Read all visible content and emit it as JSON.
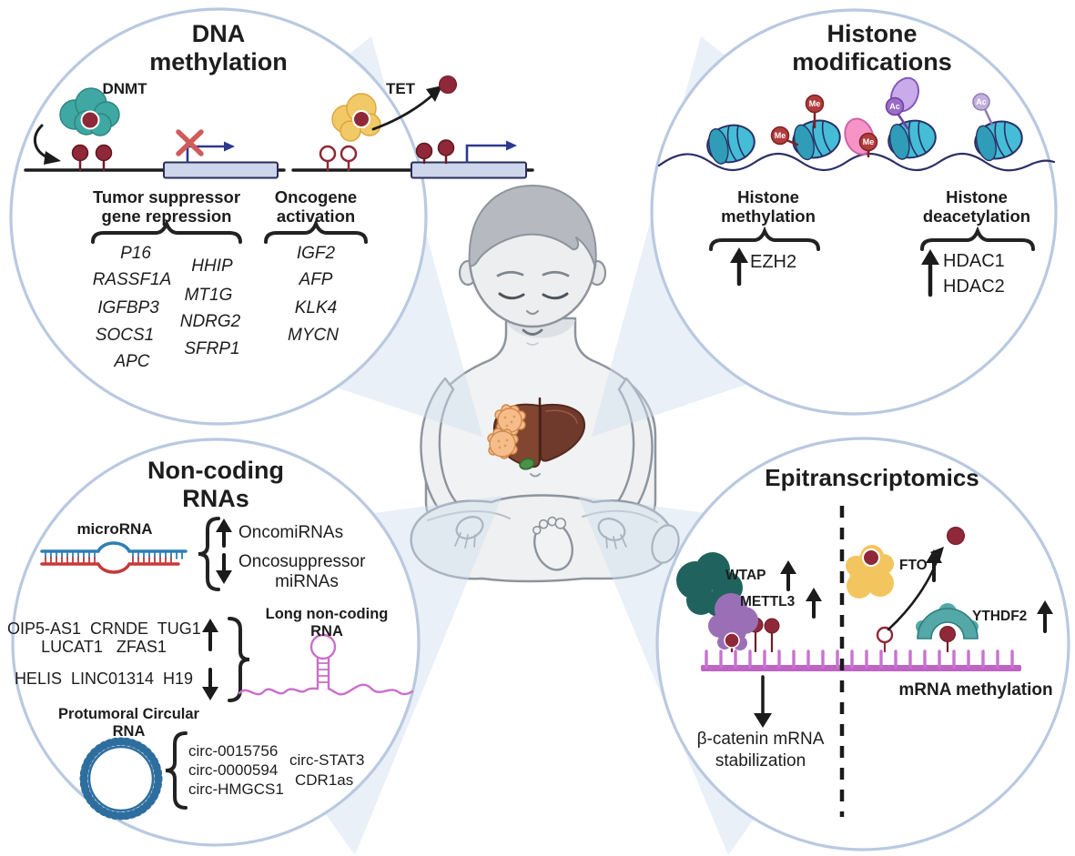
{
  "figure": {
    "panels": {
      "dna": {
        "title1": "DNA",
        "title2": "methylation",
        "dnmt": "DNMT",
        "tet": "TET",
        "ts_head1": "Tumor suppressor",
        "ts_head2": "gene repression",
        "ts_col1": [
          "P16",
          "RASSF1A",
          "IGFBP3",
          "SOCS1",
          "APC"
        ],
        "ts_col2": [
          "HHIP",
          "MT1G",
          "NDRG2",
          "SFRP1"
        ],
        "onc_head1": "Oncogene",
        "onc_head2": "activation",
        "onc_genes": [
          "IGF2",
          "AFP",
          "KLK4",
          "MYCN"
        ]
      },
      "histone": {
        "title1": "Histone",
        "title2": "modifications",
        "me": "Me",
        "ac": "Ac",
        "meth_head1": "Histone",
        "meth_head2": "methylation",
        "meth_gene": "EZH2",
        "deac_head1": "Histone",
        "deac_head2": "deacetylation",
        "deac_gene1": "HDAC1",
        "deac_gene2": "HDAC2"
      },
      "ncrna": {
        "title1": "Non-coding",
        "title2": "RNAs",
        "mirna": "microRNA",
        "up": "OncomiRNAs",
        "down1": "Oncosuppressor",
        "down2": "miRNAs",
        "lnc_up1": "OIP5-AS1  CRNDE  TUG1",
        "lnc_up2": "LUCAT1   ZFAS1",
        "lnc_down": "HELIS  LINC01314  H19",
        "lnc_label1": "Long non-coding",
        "lnc_label2": "RNA",
        "circ_head1": "Protumoral Circular",
        "circ_head2": "RNA",
        "circ_list": [
          "circ-0015756",
          "circ-0000594",
          "circ-HMGCS1"
        ],
        "circ_list2": [
          "circ-STAT3",
          "CDR1as"
        ]
      },
      "epitx": {
        "title": "Epitranscriptomics",
        "wtap": "WTAP",
        "mettl3": "METTL3",
        "fto": "FTO",
        "ythdf2": "YTHDF2",
        "mrna": "mRNA methylation",
        "beta1": "β-catenin mRNA",
        "beta2": "stabilization"
      }
    },
    "colors": {
      "circle_border": "#b9c9e0",
      "beam": "#cfdded",
      "methyl": "#8f2838",
      "promoter_arrow": "#2b3990",
      "nucleosome": "#45bdd6",
      "mrna": "#c873d0"
    }
  }
}
